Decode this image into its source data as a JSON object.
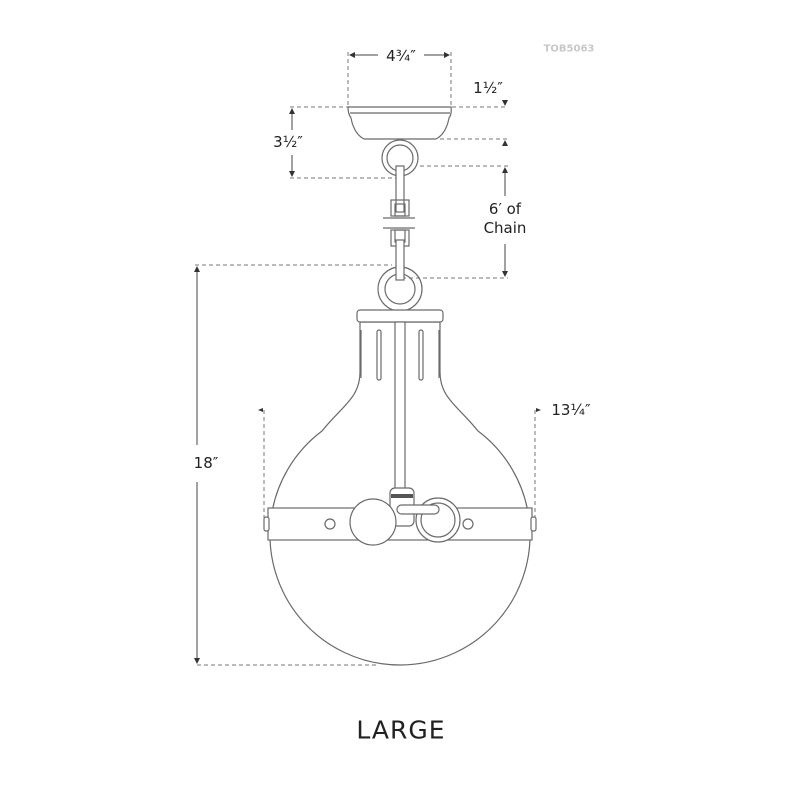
{
  "product_code": "TOB5063",
  "dimensions": {
    "canopy_width": "4¾″",
    "canopy_height": "1½″",
    "canopy_to_chain": "3½″",
    "chain_length_line1": "6′ of",
    "chain_length_line2": "Chain",
    "overall_height": "18″",
    "globe_width": "13¼″"
  },
  "size_label": "LARGE",
  "colors": {
    "line": "#6a6a6a",
    "text": "#222222"
  }
}
